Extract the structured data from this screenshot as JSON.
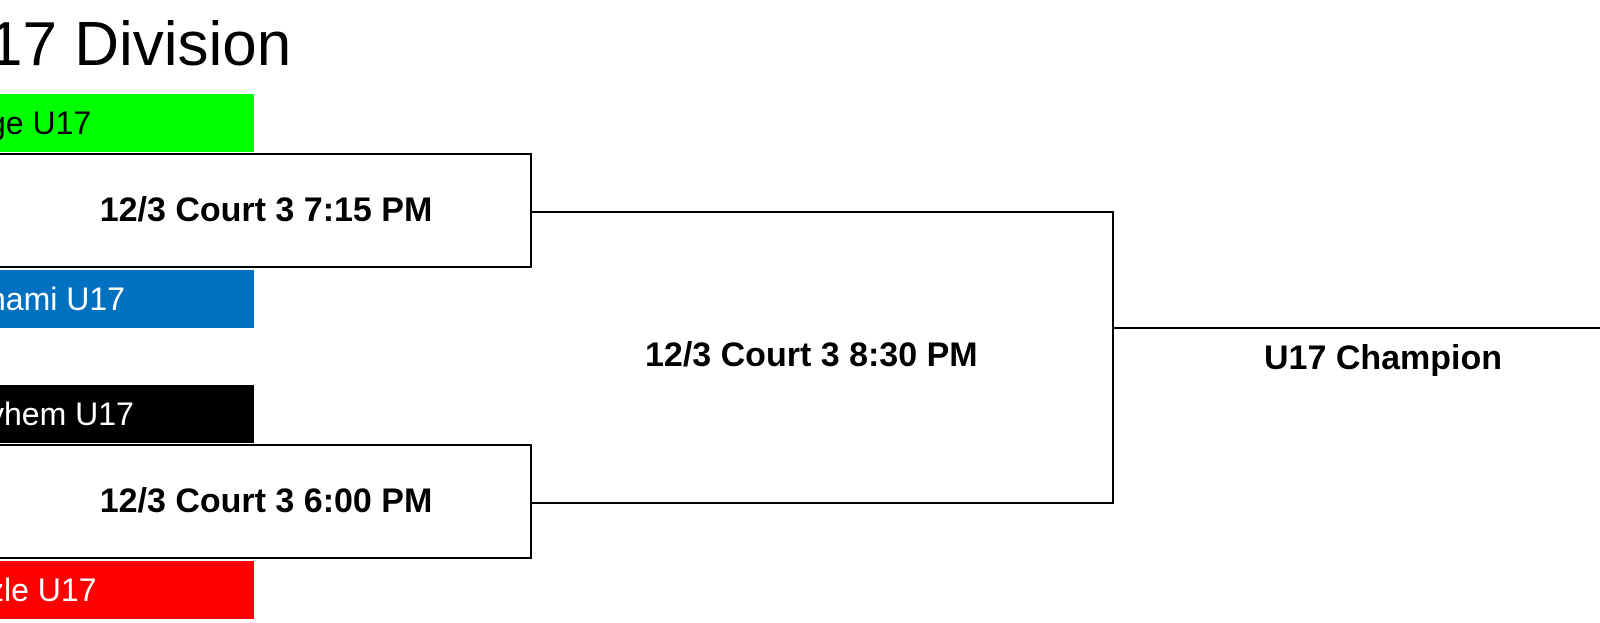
{
  "title": "17 Division",
  "teams": [
    {
      "label": "ge U17",
      "color": "#00ff00",
      "text_color": "#000000"
    },
    {
      "label": "nami U17",
      "color": "#0070c0",
      "text_color": "#ffffff"
    },
    {
      "label": "yhem U17",
      "color": "#000000",
      "text_color": "#ffffff"
    },
    {
      "label": "zle U17",
      "color": "#ff0000",
      "text_color": "#ffffff"
    }
  ],
  "games": {
    "semifinal_1": "12/3 Court 3 7:15 PM",
    "semifinal_2": "12/3 Court 3 6:00 PM",
    "final": "12/3 Court 3 8:30 PM"
  },
  "champion_label": "U17 Champion"
}
